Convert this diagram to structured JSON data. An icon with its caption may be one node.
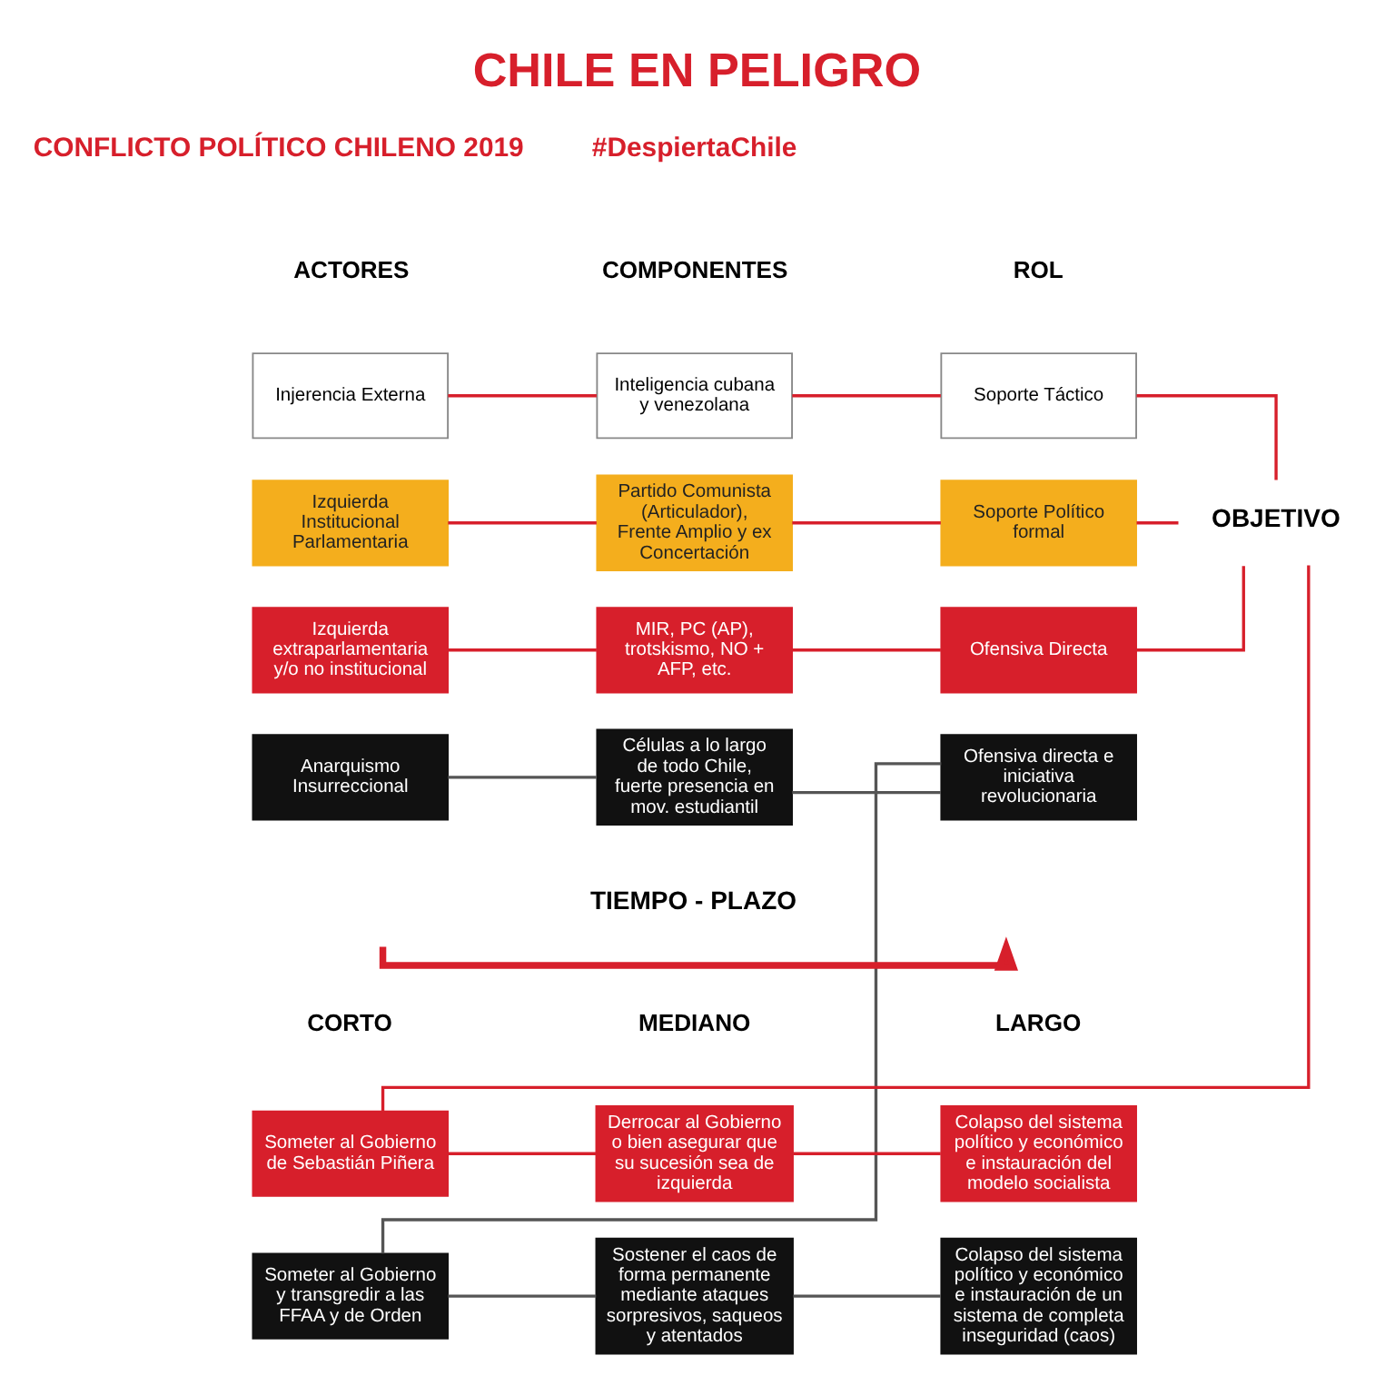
{
  "diagram": {
    "title": "CHILE EN PELIGRO",
    "nodes": [
      {
        "text": [
          "Injerencia Externa"
        ]
      },
      {
        "text": [
          "Inteligencia cubana y venezolana"
        ]
      },
      {
        "text": [
          "Soporte Táctico"
        ]
      },
      {
        "text": [
          "Izquierda Institucional Parlamentaria"
        ]
      },
      {
        "text": [
          "Partido Comunista (Articulador), Frente Amplio y ex Concertación"
        ]
      },
      {
        "text": [
          "Soporte Político formal"
        ]
      },
      {
        "text": [
          "Izquierda extraparlamentaria y/o no institucional"
        ]
      },
      {
        "text": [
          "MIR, PC (AP), trotskismo, NO + AFP, etc."
        ]
      },
      {
        "text": [
          "Ofensiva Directa"
        ]
      },
      {
        "text": [
          "Anarquismo Insurreccional"
        ]
      },
      {
        "text": [
          "Células a lo largo de todo Chile, fuerte presencia en mov. estudiantil"
        ]
      },
      {
        "text": [
          "Ofensiva directa e iniciativa revolucionaria"
        ]
      },
      {
        "text": [
          "OBJETIVO"
        ]
      },
      {
        "text": [
          "Someter al Gobierno de Sebastián Piñera"
        ]
      },
      {
        "text": [
          "Derrocar al Gobierno o bien asegurar que su sucesión sea de izquierda"
        ]
      },
      {
        "text": [
          "Colapso del sistema político y económico e instauración del modelo socialista"
        ]
      },
      {
        "text": [
          "Someter al Gobierno y transgredir a las FFAA y de Orden"
        ]
      },
      {
        "text": [
          "Sostener el caos de forma permanente mediante ataques sorpresivos, saqueos y atentados"
        ]
      },
      {
        "text": [
          "Colapso del sistema político y económico e instauración de un sistema de completa inseguridad (caos)"
        ]
      }
    ],
    "edges": [
      {
        "from": 0,
        "to": 1,
        "arrow": "none"
      },
      {
        "from": 1,
        "to": 2,
        "arrow": "none"
      },
      {
        "from": 3,
        "to": 4,
        "arrow": "none"
      },
      {
        "from": 4,
        "to": 5,
        "arrow": "none"
      },
      {
        "from": 6,
        "to": 7,
        "arrow": "none"
      },
      {
        "from": 7,
        "to": 8,
        "arrow": "none"
      },
      {
        "from": 2,
        "to": 12,
        "arrow": "none"
      },
      {
        "from": 5,
        "to": 12,
        "arrow": "none"
      },
      {
        "from": 8,
        "to": 12,
        "arrow": "none"
      },
      {
        "from": 9,
        "to": 10,
        "arrow": "none",
        "color": "#555555"
      },
      {
        "from": 10,
        "to": 11,
        "arrow": "none",
        "color": "#555555"
      },
      {
        "from": 12,
        "to": 13,
        "arrow": "none"
      },
      {
        "from": 13,
        "to": 14,
        "arrow": "none"
      },
      {
        "from": 14,
        "to": 15,
        "arrow": "none"
      },
      {
        "from": 11,
        "to": 16,
        "arrow": "none",
        "color": "#555555"
      },
      {
        "from": 16,
        "to": 17,
        "arrow": "none",
        "color": "#555555"
      },
      {
        "from": 17,
        "to": 18,
        "arrow": "none",
        "color": "#555555"
      }
    ],
    "labels": [
      "CONFLICTO POLÍTICO CHILENO 2019",
      "#DespiertaChile",
      "ACTORES",
      "COMPONENTES",
      "ROL",
      "TIEMPO - PLAZO",
      "CORTO",
      "MEDIANO",
      "LARGO"
    ]
  }
}
